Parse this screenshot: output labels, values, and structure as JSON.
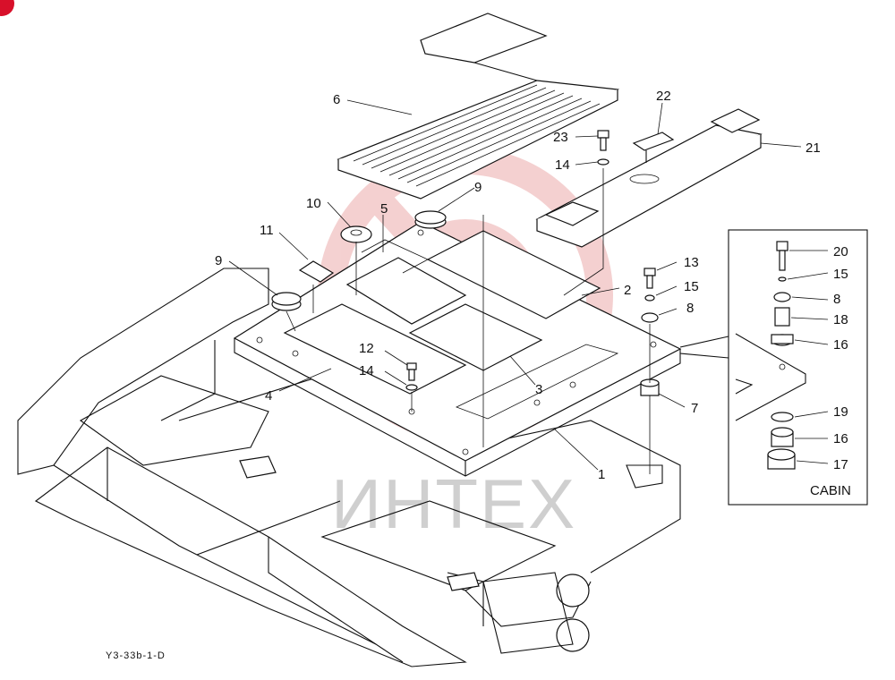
{
  "drawing": {
    "reference_code": "Y3-33b-1-D",
    "watermark_text": "ИНТЕХ",
    "inset_label": "CABIN"
  },
  "callouts": {
    "n1": "1",
    "n2": "2",
    "n3": "3",
    "n4": "4",
    "n5": "5",
    "n6": "6",
    "n7": "7",
    "n8": "8",
    "n8b": "8",
    "n9a": "9",
    "n9b": "9",
    "n10": "10",
    "n11": "11",
    "n12": "12",
    "n13": "13",
    "n14a": "14",
    "n14b": "14",
    "n15": "15",
    "n15b": "15",
    "n16": "16",
    "n16b": "16",
    "n17": "17",
    "n18": "18",
    "n19": "19",
    "n20": "20",
    "n21": "21",
    "n22": "22",
    "n23": "23"
  },
  "colors": {
    "line": "#111111",
    "watermark": "#e8a0a0",
    "watermark_text": "#cfcfcf",
    "corner_badge": "#d8102a"
  }
}
